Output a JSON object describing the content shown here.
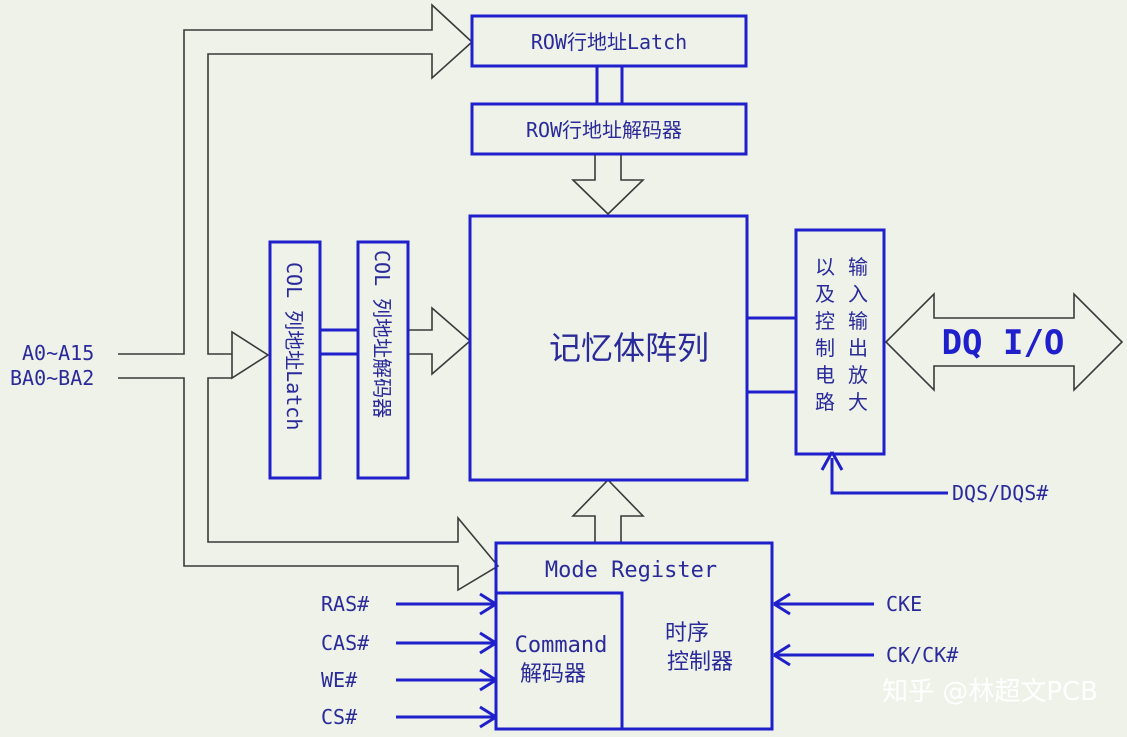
{
  "blocks": {
    "row_latch": "ROW行地址Latch",
    "row_decoder": "ROW行地址解码器",
    "col_latch": "COL 列地址Latch",
    "col_decoder": "COL 列地址解码器",
    "memory_array": "记忆体阵列",
    "io_control": "以及控制电路",
    "io_amp": "输入输出放大",
    "mode_register": "Mode Register",
    "command_decoder_line1": "Command",
    "command_decoder_line2": "解码器",
    "timing_line1": "时序",
    "timing_line2": "控制器"
  },
  "signals": {
    "address": "A0~A15",
    "bank_address": "BA0~BA2",
    "dqs": "DQS/DQS#",
    "ras": "RAS#",
    "cas": "CAS#",
    "we": "WE#",
    "cs": "CS#",
    "cke": "CKE",
    "ck": "CK/CK#",
    "dq": "DQ I/O"
  },
  "watermark": "知乎 @林超文PCB",
  "colors": {
    "background": "#eef2e9",
    "block_stroke": "#1f1fcc",
    "text": "#2a2a9a",
    "arrow_outline": "#3a3a3a"
  }
}
